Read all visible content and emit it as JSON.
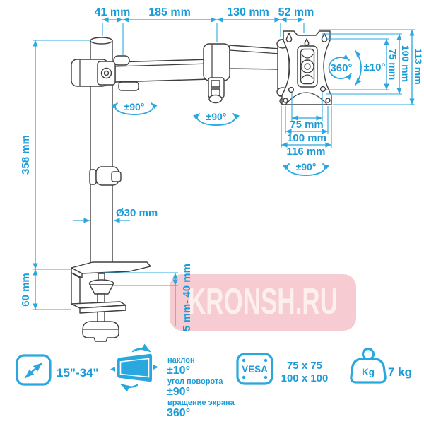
{
  "colors": {
    "accent_line": "#29a8e0",
    "accent_text": "#1b9cd8",
    "drawing_line": "#3f3f3f",
    "watermark_bg": "#f6ccd2",
    "watermark_text": "#fdf0ec"
  },
  "watermark": {
    "text": "KRONSH.RU"
  },
  "dims": {
    "pole_to_arm": "41 mm",
    "arm_section_1": "185 mm",
    "arm_section_2": "130 mm",
    "plate_offset": "52 mm",
    "plate_height": "113 mm",
    "vesa_vertical_100": "100 mm",
    "vesa_vertical_75": "75 mm",
    "vesa_horizontal_75": "75 mm",
    "vesa_horizontal_100": "100 mm",
    "plate_width": "116 mm",
    "pole_height": "358 mm",
    "clamp_height": "60 mm",
    "pole_diameter": "Ø30 mm",
    "desk_thickness": "5 mm- 40 mm"
  },
  "angles": {
    "screen_rotation": "360°",
    "tilt": "±10°",
    "swivel": "±90°"
  },
  "specs": {
    "screen_size": "15\"-34\"",
    "tilt_label": "наклон",
    "tilt_value": "±10°",
    "swivel_label": "угол поворота",
    "swivel_value": "±90°",
    "rotation_label": "вращение экрана",
    "rotation_value": "360°",
    "vesa_badge": "VESA",
    "vesa_size_1": "75 x 75",
    "vesa_size_2": "100 x 100",
    "weight_badge": "Kg",
    "weight_value": "7 kg"
  }
}
